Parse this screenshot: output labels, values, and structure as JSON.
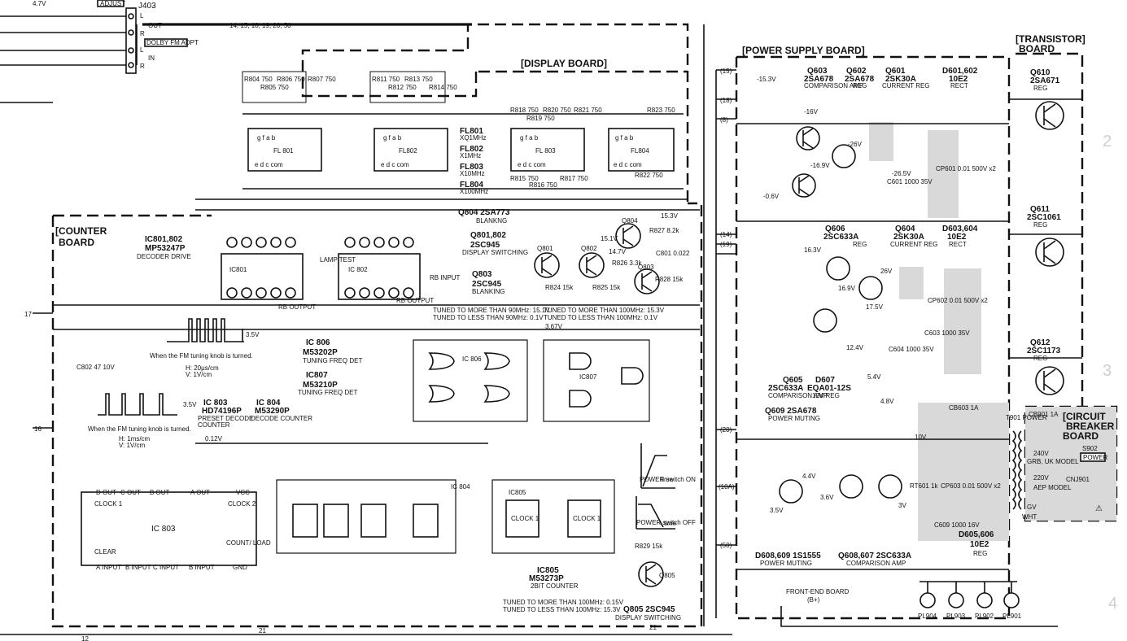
{
  "boards": {
    "display": "[DISPLAY BOARD]",
    "counter_line1": "[COUNTER",
    "counter_line2": "BOARD",
    "power_supply": "[POWER SUPPLY BOARD]",
    "transistor_line1": "[TRANSISTOR]",
    "transistor_line2": "BOARD",
    "breaker_line1": "[CIRCUIT",
    "breaker_line2": "BREAKER",
    "breaker_line3": "BOARD"
  },
  "top_left": {
    "adjust": "ADJUST",
    "jack": "J403",
    "out": "OUT",
    "in": "IN",
    "dolby": "DOLBY FM ADPT",
    "l1": "L",
    "r1": "R",
    "l2": "L",
    "r2": "R",
    "bus": "14, 15, 18, 19, 20, 50",
    "v47": "4.7V"
  },
  "display_board": {
    "res_fl801": [
      "R804 750",
      "R805 750",
      "R806 750",
      "R807 750"
    ],
    "res_fl802": [
      "R811 750",
      "R812 750",
      "R813 750",
      "R814 750"
    ],
    "res_fl803": [
      "R818 750",
      "R819 750",
      "R820 750",
      "R821 750"
    ],
    "res_fl803_b": [
      "R815 750",
      "R816 750",
      "R817 750"
    ],
    "r823": "R823 750",
    "r822": "R822 750",
    "fl_names": [
      "FL 801",
      "FL802",
      "FL 803",
      "FL804"
    ],
    "fl_pins_top": "g  f  a  b",
    "fl_pins_bottom": "e  d  c  com",
    "fl_legend": [
      {
        "name": "FL801",
        "desc": "XQ1MHz"
      },
      {
        "name": "FL802",
        "desc": "X1MHz"
      },
      {
        "name": "FL803",
        "desc": "X10MHz"
      },
      {
        "name": "FL804",
        "desc": "X100MHz"
      }
    ],
    "q804_label": "Q804 2SA773",
    "q804_desc": "BLANKNG",
    "q801_label": "Q801,802",
    "q801_type": "2SC945",
    "q801_desc": "DISPLAY SWITCHING",
    "q803_label": "Q803",
    "q803_type": "2SC945",
    "q803_desc": "BLANKING",
    "q_names": [
      "Q801",
      "Q802",
      "Q803",
      "Q804"
    ],
    "r_labels": [
      "R824 15k",
      "R825 15k",
      "R826 3.3k",
      "R827 8.2k",
      "R828 15k",
      "C801 0.022"
    ],
    "v153": "15.3V",
    "v151": "15.1V",
    "v147": "14.7V"
  },
  "counter_board": {
    "ic801_title": "IC801,802",
    "ic801_type": "MP53247P",
    "ic801_desc": "DECODER DRIVE",
    "ic801": "IC801",
    "ic802": "IC 802",
    "rb_output": "RB OUTPUT",
    "rb_input": "RB INPUT",
    "lamp_test": "LAMP TEST",
    "ic806_title": "IC 806",
    "ic806_type": "M53202P",
    "ic806_desc": "TUNING FREQ DET",
    "ic807_title": "IC807",
    "ic807_type": "M53210P",
    "ic807_desc": "TUNING FREQ DET",
    "ic803_title": "IC 803",
    "ic803_type": "HD74196P",
    "ic803_desc1": "PRESET DECODE",
    "ic803_desc2": "COUNTER",
    "ic804_title": "IC 804",
    "ic804_type": "M53290P",
    "ic804_desc": "DECODE COUNTER",
    "ic805_title": "IC805",
    "ic805_type": "M53273P",
    "ic805_desc": "2BIT COUNTER",
    "tuned_90_hi": "TUNED TO MORE THAN 90MHz: 15.1V",
    "tuned_90_lo": "TUNED TO LESS THAN 90MHz: 0.1V",
    "tuned_100_hi": "TUNED TO MORE THAN 100MHz: 15.3V",
    "tuned_100_lo": "TUNED TO LESS THAN 100MHz: 0.1V",
    "tuned_100_hi2": "TUNED TO MORE THAN 100MHz: 0.15V",
    "tuned_100_lo2": "TUNED TO LESS THAN 100MHz: 15.3V",
    "fm_knob": "When the FM tuning knob is turned.",
    "fm_knob2": "When the FM tuning knob is turned.",
    "scale1_h": "H: 20μs/cm",
    "scale1_v": "V: 1V/cm",
    "scale2_h": "H: 1ms/cm",
    "scale2_v": "V: 1V/cm",
    "c802": "C802 47 10V",
    "power_on": "POWER switch ON",
    "power_off": "POWER switch OFF",
    "time": "time",
    "r829": "R829 15k",
    "q805": "Q805",
    "q805_label": "Q805 2SC945",
    "q805_desc": "DISPLAY SWITCHING",
    "ic803_pins_top": [
      "D OUT",
      "C OUT",
      "B OUT",
      "A OUT",
      "VCC"
    ],
    "ic803_pins_bottom": [
      "A INPUT",
      "B INPUT",
      "C INPUT",
      "B INPUT",
      "GND"
    ],
    "clock1": "CLOCK 1",
    "clock2": "CLOCK 2",
    "clear": "CLEAR",
    "count_load": "COUNT/ LOAD",
    "v35": "3.5V",
    "v367": "3.67V",
    "v012": "0.12V"
  },
  "power_supply": {
    "q603": "Q603",
    "q603_type": "2SA678",
    "q603_desc": "COMPARISON AMP",
    "q602": "Q602",
    "q602_type": "2SA678",
    "q602_desc": "REG",
    "q601": "Q601",
    "q601_type": "2SK30A",
    "q601_desc": "CURRENT REG",
    "d601": "D601,602",
    "d601_type": "10E2",
    "d601_desc": "RECT",
    "q606": "Q606",
    "q606_type": "2SC633A",
    "q606_desc": "REG",
    "q604": "Q604",
    "q604_type": "2SK30A",
    "q604_desc": "CURRENT REG",
    "d603": "D603,604",
    "d603_type": "10E2",
    "d603_desc": "RECT",
    "q605": "Q605",
    "q605_type": "2SC633A",
    "q605_desc": "COMPARISON AMP",
    "d607": "D607",
    "d607_type": "EQA01-12S",
    "d607_desc": "12V REG",
    "q609": "Q609 2SA678",
    "q609_desc": "POWER MUTING",
    "d608": "D608,609 1S1555",
    "d608_desc": "POWER MUTING",
    "q608": "Q608,607 2SC633A",
    "q608_desc": "COMPARISON AMP",
    "d605": "D605,606",
    "d605_type": "10E2",
    "d605_desc": "REG",
    "rt601": "RT601 1k",
    "bus_labels": [
      "(15)",
      "(18)",
      "(8)",
      "(14)",
      "(19)",
      "(20)",
      "(10A)",
      "(50)"
    ],
    "v_labels": [
      "-15.3V",
      "-16V",
      "-26V",
      "-26.5V",
      "-16.9V",
      "-0.6V",
      "16.3V",
      "16.9V",
      "26V",
      "17.5V",
      "12.4V",
      "5.4V",
      "4.8V",
      "10V",
      "4.4V",
      "3.6V",
      "3V",
      "3.5V"
    ],
    "cp601": "CP601 0.01 500V x2",
    "cp602": "CP602 0.01 500V x2",
    "cp603": "CP603 0.01 500V x2",
    "c601": "C601 1000 35V",
    "c604": "C604 1000 35V",
    "c603": "C603 1000 35V",
    "c609": "C609 1000 16V"
  },
  "transistor_board": {
    "q610": "Q610",
    "q610_type": "2SA671",
    "q610_desc": "REG",
    "q611": "Q611",
    "q611_type": "2SC1061",
    "q611_desc": "REG",
    "q612": "Q612",
    "q612_type": "2SC1173",
    "q612_desc": "REG"
  },
  "breaker": {
    "cb901": "CB901 1A",
    "cb603": "CB603 1A",
    "t901": "T901 POWER",
    "s902": "S902",
    "s902_label": "POWER",
    "cnj901": "CNJ901",
    "v240": "240V",
    "v220": "220V",
    "grb_uk": "GRB, UK MODEL",
    "aep": "AEP MODEL",
    "wht": "WHT",
    "gv": "GV"
  },
  "bottom": {
    "front_end": "FRONT-END BOARD",
    "front_end_b": "(B+)",
    "pl": [
      "PL904",
      "PL903",
      "PL902",
      "PL901"
    ],
    "bus_21a": "21",
    "bus_21b": "21",
    "bus_12": "12",
    "bus_17": "17",
    "bus_16": "16"
  },
  "page_margin": {
    "n2": "2",
    "n3": "3",
    "n4": "4"
  }
}
